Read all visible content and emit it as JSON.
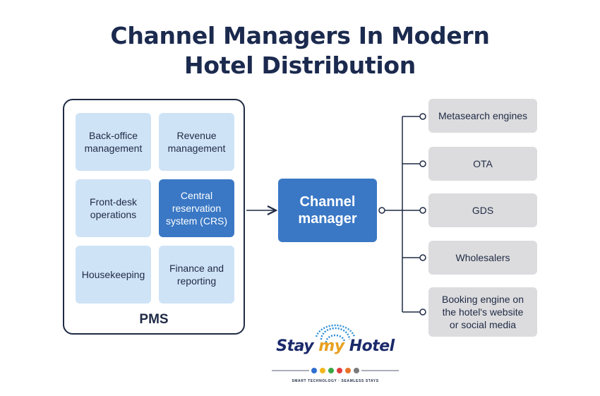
{
  "title": {
    "line1": "Channel Managers In Modern",
    "line2": "Hotel Distribution"
  },
  "pms": {
    "label": "PMS",
    "modules": [
      {
        "line1": "Back-office",
        "line2": "management",
        "line3": ""
      },
      {
        "line1": "Revenue",
        "line2": "management",
        "line3": ""
      },
      {
        "line1": "Front-desk",
        "line2": "operations",
        "line3": ""
      },
      {
        "line1": "Central",
        "line2": "reservation",
        "line3": "system (CRS)"
      },
      {
        "line1": "Housekeeping",
        "line2": "",
        "line3": ""
      },
      {
        "line1": "Finance and",
        "line2": "reporting",
        "line3": ""
      }
    ]
  },
  "channel_manager": {
    "line1": "Channel",
    "line2": "manager"
  },
  "destinations": [
    {
      "line1": "Metasearch engines",
      "line2": "",
      "line3": ""
    },
    {
      "line1": "OTA",
      "line2": "",
      "line3": ""
    },
    {
      "line1": "GDS",
      "line2": "",
      "line3": ""
    },
    {
      "line1": "Wholesalers",
      "line2": "",
      "line3": ""
    },
    {
      "line1": "Booking engine on",
      "line2": "the hotel's website",
      "line3": "or social media"
    }
  ],
  "logo": {
    "brand_part1": "Stay ",
    "brand_part2": "my",
    "brand_part3": " Hotel",
    "tagline": "SMART TECHNOLOGY · SEAMLESS STAYS",
    "dot_colors": [
      "#2e6fd1",
      "#f2b51d",
      "#3aa845",
      "#e23d3d",
      "#e8742a",
      "#7a7a7a"
    ]
  },
  "colors": {
    "title": "#1b2a4e",
    "module": "#cfe3f7",
    "highlight": "#3a78c5",
    "destination": "#dcdcde",
    "line": "#1f2a44"
  }
}
